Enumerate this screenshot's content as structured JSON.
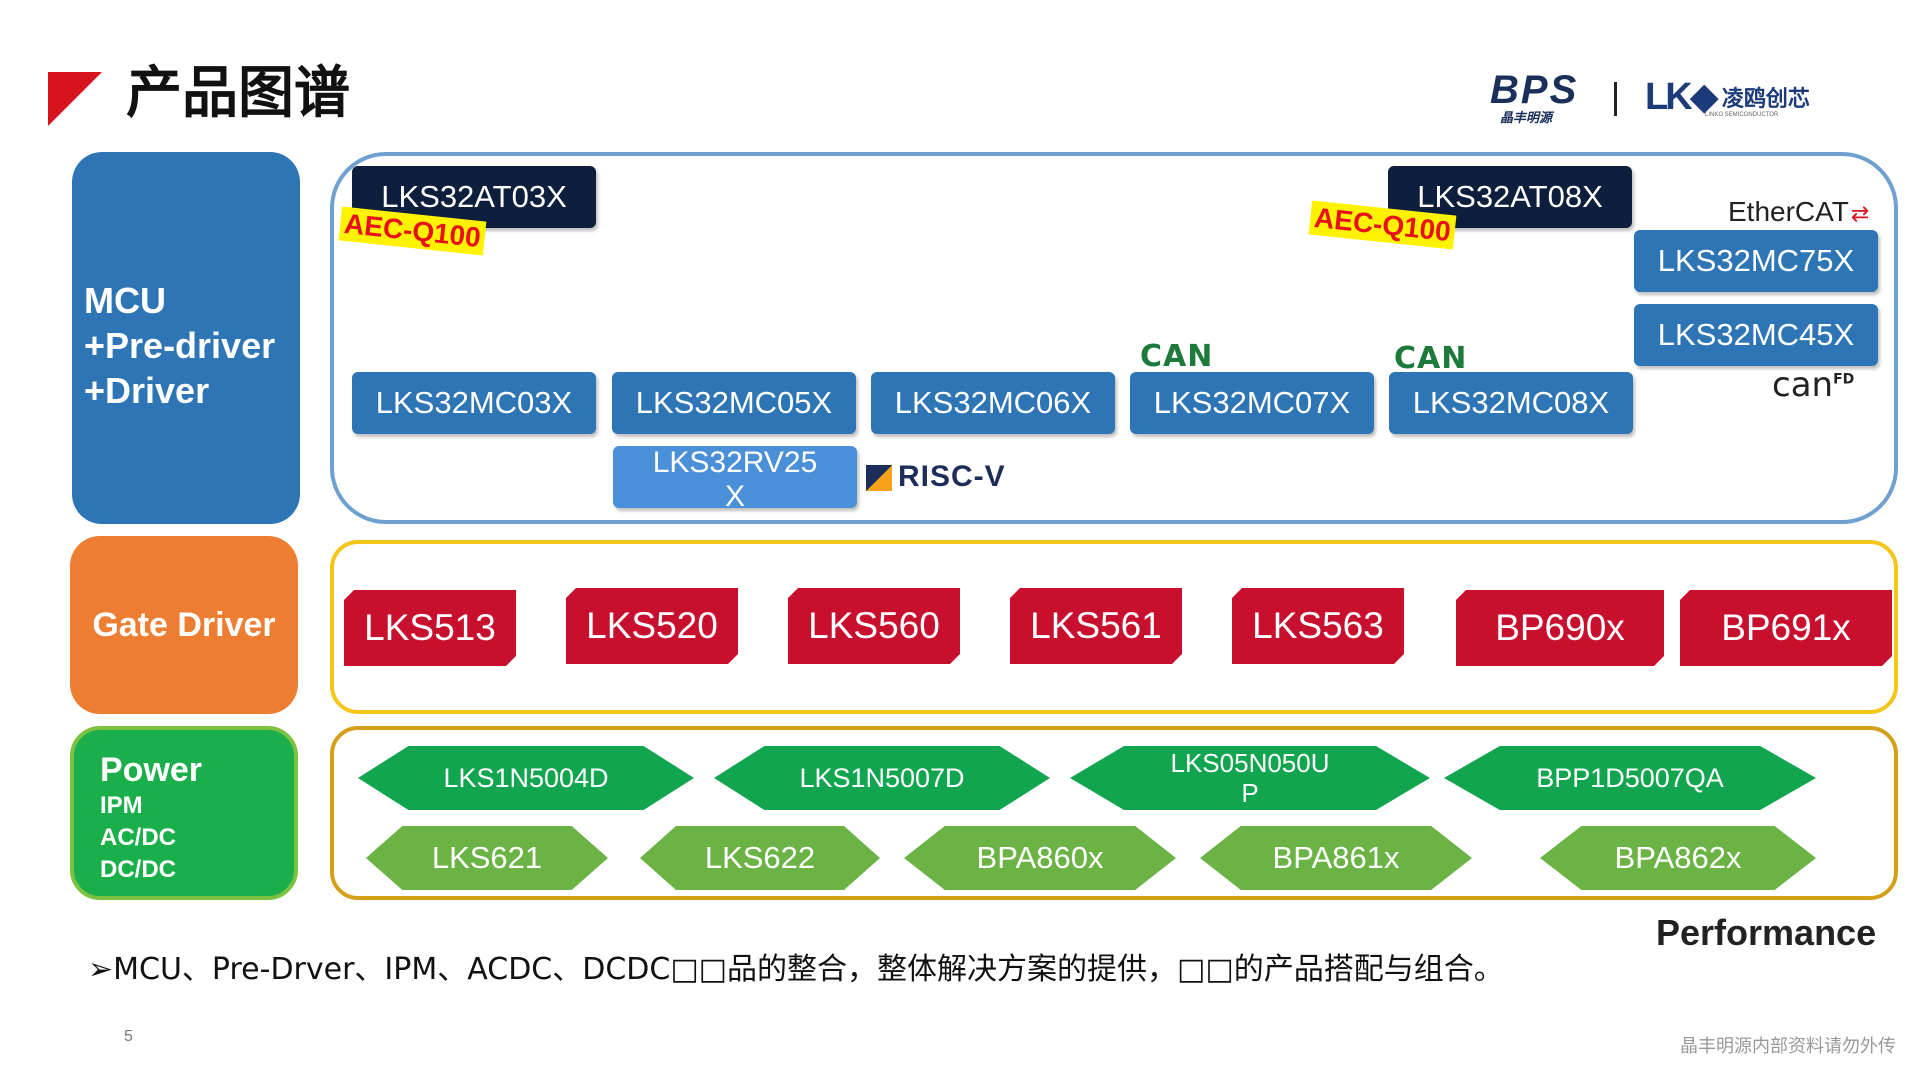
{
  "title": "产品图谱",
  "logos": {
    "bps_main": "BPS",
    "bps_sub": "晶丰明源",
    "lk_mark": "LK◆",
    "lk_name": "凌鸥创芯",
    "lk_tiny": "LINKO SEMICONDUCTOR"
  },
  "categories": {
    "mcu": [
      "MCU",
      "+Pre-driver",
      "+Driver"
    ],
    "gate": "Gate Driver",
    "power_main": "Power",
    "power_sub": [
      "IPM",
      "AC/DC",
      "DC/DC"
    ]
  },
  "mcu": {
    "aec_badge": "AEC-Q100",
    "at03x": "LKS32AT03X",
    "at08x": "LKS32AT08X",
    "ethercat": "EtherCAT",
    "mc75x": "LKS32MC75X",
    "mc45x": "LKS32MC45X",
    "canfd": "can",
    "canfd_sup": "FD",
    "can_logo": "CAN",
    "row": [
      "LKS32MC03X",
      "LKS32MC05X",
      "LKS32MC06X",
      "LKS32MC07X",
      "LKS32MC08X"
    ],
    "rv25x": "LKS32RV25\nX",
    "riscv": "RISC-V"
  },
  "gate_drivers": [
    "LKS513",
    "LKS520",
    "LKS560",
    "LKS561",
    "LKS563",
    "BP690x",
    "BP691x"
  ],
  "power": {
    "row1": [
      "LKS1N5004D",
      "LKS1N5007D",
      "LKS05N050U\nP",
      "BPP1D5007QA"
    ],
    "row2": [
      "LKS621",
      "LKS622",
      "BPA860x",
      "BPA861x",
      "BPA862x"
    ]
  },
  "performance": "Performance",
  "bullet": "➢MCU、Pre-Drver、IPM、ACDC、DCDC□□品的整合，整体解决方案的提供，□□的产品搭配与组合。",
  "page_number": "5",
  "confidential": "晶丰明源内部资料请勿外传",
  "colors": {
    "mcu_blue": "#2e75b6",
    "gate_orange": "#ed7d31",
    "power_green": "#1aaf4b",
    "gate_red": "#c8102e",
    "aec_yellow": "#fff200",
    "aec_red": "#e8101a"
  }
}
